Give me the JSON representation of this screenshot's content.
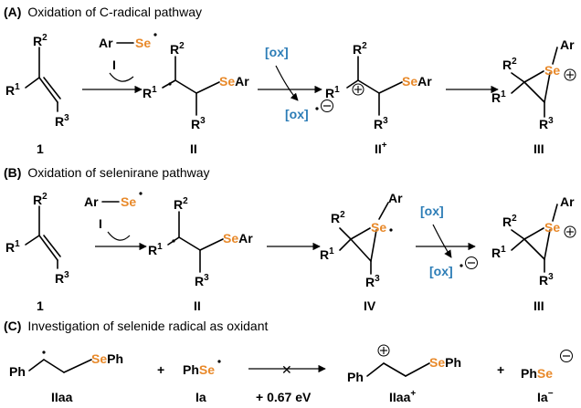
{
  "sections": {
    "A": {
      "label": "(A)",
      "title": "Oxidation of C-radical pathway"
    },
    "B": {
      "label": "(B)",
      "title": "Oxidation of selenirane pathway"
    },
    "C": {
      "label": "(C)",
      "title": "Investigation of selenide radical as oxidant"
    }
  },
  "atoms": {
    "R": "R",
    "Ar": "Ar",
    "Se": "Se",
    "SeAr": "Se",
    "Ar_suffix": "Ar",
    "SePh": "Se",
    "Ph_suffix": "Ph",
    "Ph": "Ph",
    "PhSe_ph": "Ph",
    "PhSe_se": "Se",
    "ox": "[ox]",
    "I": "I",
    "sup1": "1",
    "sup2": "2",
    "sup3": "3"
  },
  "compounds": {
    "c1": "1",
    "cII": "II",
    "cIIplus": "II",
    "cIIplus_sup": "+",
    "cIII": "III",
    "cIV": "IV",
    "cIIaa": "IIaa",
    "cIa": "Ia",
    "cIIaaPlus": "IIaa",
    "cIIaaPlus_sup": "+",
    "cIaMinus": "Ia",
    "cIaMinus_sup": "−"
  },
  "misc": {
    "plus": "+",
    "energy": "+ 0.67 eV",
    "cross": "✕"
  },
  "colors": {
    "selenium": "#E8892A",
    "oxidant": "#2B7CB6"
  }
}
